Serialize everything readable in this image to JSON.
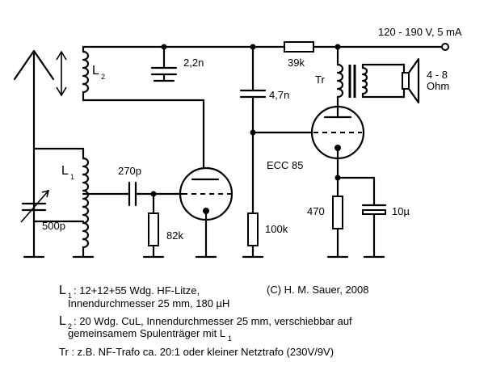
{
  "supply_label": "120 - 190 V, 5 mA",
  "labels": {
    "L2": "L",
    "L2_sub": "2",
    "L1": "L",
    "L1_sub": "1",
    "c_22n": "2,2n",
    "r_39k": "39k",
    "c_47n": "4,7n",
    "tr": "Tr",
    "speaker_ohm_1": "4 - 8",
    "speaker_ohm_2": "Ohm",
    "tube": "ECC 85",
    "c_270p": "270p",
    "c_500p": "500p",
    "r_82k": "82k",
    "r_100k": "100k",
    "r_470": "470",
    "c_10u": "10µ"
  },
  "copyright": "(C) H. M. Sauer, 2008",
  "notes": {
    "l1_sym": "L",
    "l1_sub": "1",
    "l1_line1": ": 12+12+55 Wdg. HF-Litze,",
    "l1_line2": "Innendurchmesser 25 mm, 180 µH",
    "l2_sym": "L",
    "l2_sub": "2",
    "l2_line1": ": 20 Wdg. CuL, Innendurchmesser 25 mm, verschiebbar auf",
    "l2_line2": "gemeinsamem Spulenträger mit L",
    "l2_line2_sub": "1",
    "tr_line": "Tr : z.B. NF-Trafo ca. 20:1 oder kleiner Netztrafo (230V/9V)"
  }
}
